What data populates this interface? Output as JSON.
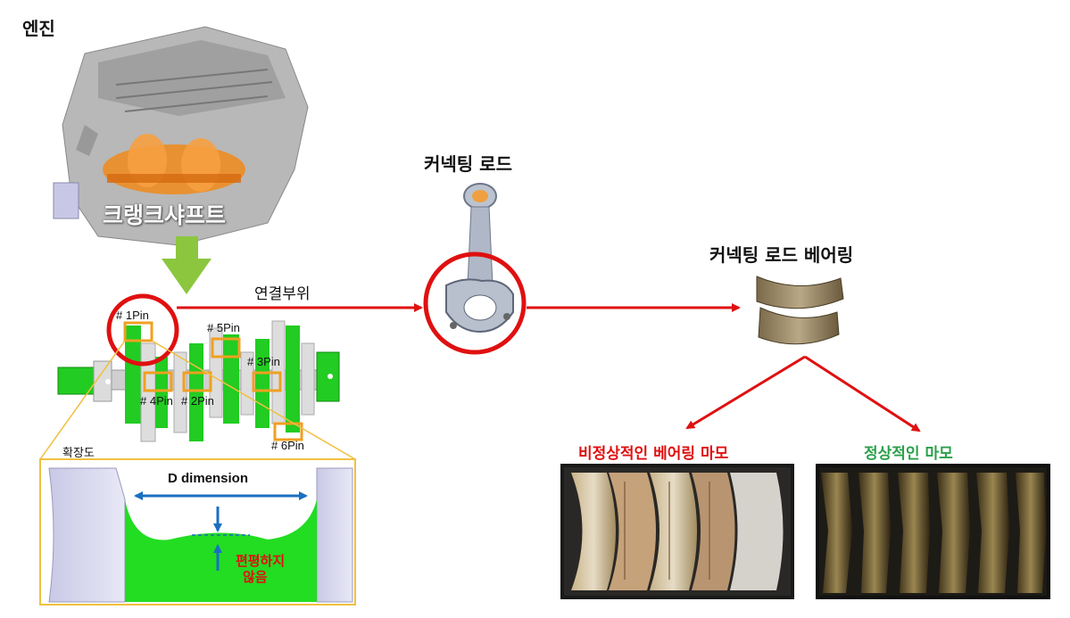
{
  "engine_title": "엔진",
  "crankshaft_label": "크랭크샤프트",
  "connection_label": "연결부위",
  "conrod_title": "커넥팅 로드",
  "bearing_title": "커넥팅 로드 베어링",
  "pins": [
    "# 1Pin",
    "# 5Pin",
    "# 3Pin",
    "# 4Pin",
    "# 2Pin",
    "# 6Pin"
  ],
  "zoom_label": "확장도",
  "d_dimension_label": "D dimension",
  "uneven_label_line1": "편평하지",
  "uneven_label_line2": "않음",
  "abnormal_wear_label": "비정상적인 베어링 마모",
  "normal_wear_label": "정상적인 마모",
  "colors": {
    "arrow_red": "#e01010",
    "green_arrow": "#8cc63f",
    "pin_box": "#f0a020",
    "abnormal_text": "#e01010",
    "normal_text": "#2aa04a",
    "dim_arrow": "#1a6fc0",
    "crank_green": "#22cc22",
    "crank_orange": "#f08a1a"
  }
}
